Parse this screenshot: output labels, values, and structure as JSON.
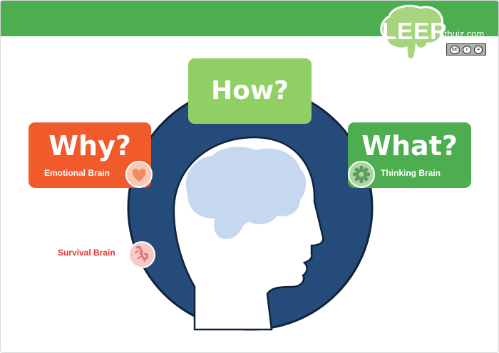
{
  "brand": {
    "logo_text": "LEER",
    "logo_domain": ".thuiz.com",
    "license_badge": [
      "cc",
      "i",
      "="
    ]
  },
  "colors": {
    "topbar": "#4cae4f",
    "why": "#f15a2b",
    "how": "#8fcf63",
    "what": "#4cae4f",
    "circle": "#244b79",
    "brain": "#c5d8ef",
    "survival": "#e8312e"
  },
  "nodes": {
    "how": {
      "title": "How?"
    },
    "why": {
      "title": "Why?",
      "subtitle": "Emotional Brain",
      "icon": "heart-icon"
    },
    "what": {
      "title": "What?",
      "subtitle": "Thinking Brain",
      "icon": "gear-icon"
    },
    "survival": {
      "label": "Survival Brain",
      "icon": "lizard-icon"
    }
  }
}
